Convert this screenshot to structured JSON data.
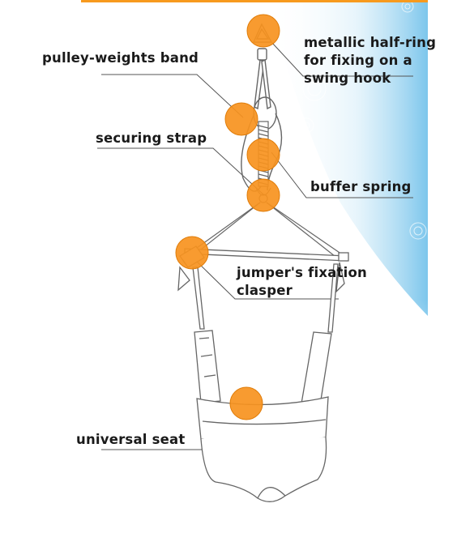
{
  "colors": {
    "accent": "#f79a1e",
    "marker": "#f7931e",
    "marker_stroke": "#e07d0a",
    "line": "#555555",
    "outline": "#666666",
    "sky": "#bfe3f5",
    "text": "#1a1a1a"
  },
  "labels": {
    "half_ring": [
      "metallic half-ring",
      "for fixing on a",
      "swing hook"
    ],
    "pulley_band": "pulley-weights band",
    "securing_strap": "securing strap",
    "buffer_spring": "buffer spring",
    "fixation_clasper": [
      "jumper's fixation",
      "clasper"
    ],
    "universal_seat": "universal seat"
  }
}
